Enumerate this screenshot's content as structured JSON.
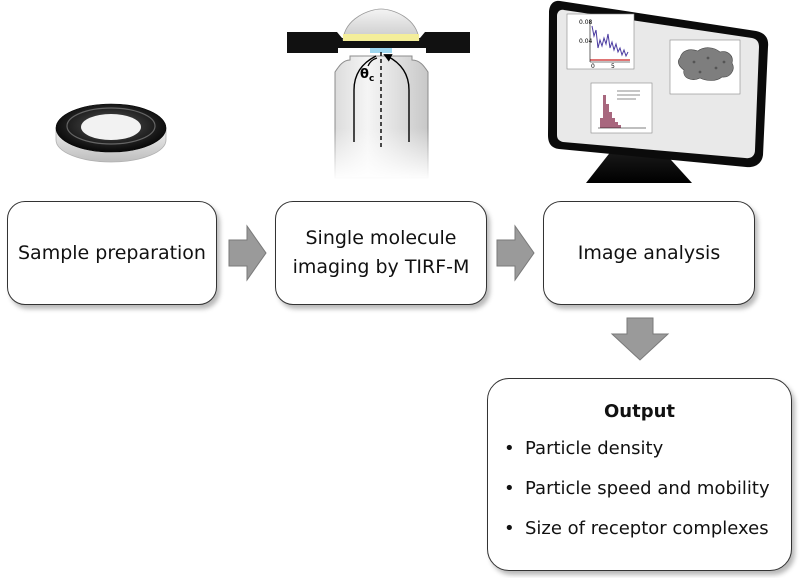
{
  "steps": [
    {
      "label": "Sample preparation"
    },
    {
      "label": "Single molecule\nimaging by TIRF-M"
    },
    {
      "label": "Image analysis"
    }
  ],
  "microscope": {
    "angle_label": "θ",
    "angle_subscript": "c"
  },
  "monitor": {
    "trace_plot": {
      "tick_y_top": "0.08",
      "tick_y_mid": "0.04",
      "tick_x_left": "0",
      "tick_x_right": "5"
    }
  },
  "output": {
    "title": "Output",
    "items": [
      "Particle density",
      "Particle speed and mobility",
      "Size of receptor complexes"
    ]
  },
  "colors": {
    "arrow_fill": "#9a9a9a",
    "arrow_stroke": "#7a7a7a",
    "monitor_frame": "#0b0b0b",
    "monitor_screen": "#e9e9e9",
    "sample_light": "#cccccc",
    "lens_yellow": "#f4ee9a",
    "lens_blue": "#9fd8f0"
  }
}
